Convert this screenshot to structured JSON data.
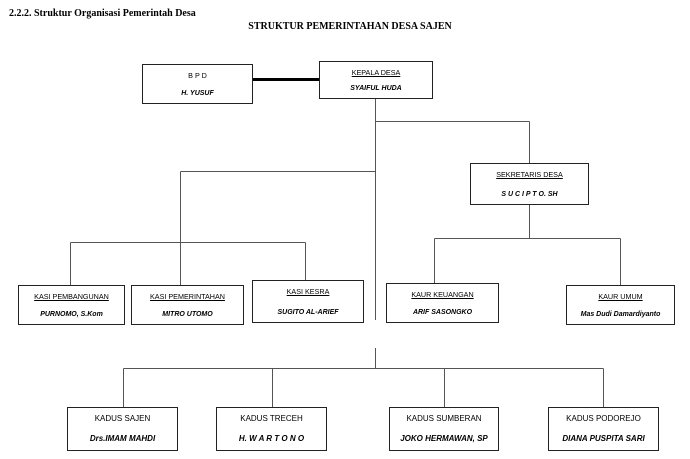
{
  "section_heading": "2.2.2. Struktur Organisasi Pemerintah Desa",
  "chart_title": "STRUKTUR PEMERINTAHAN DESA SAJEN",
  "bpd": {
    "role": "B P D",
    "name": "H. YUSUF"
  },
  "kepala": {
    "role": "KEPALA DESA",
    "name": "SYAIFUL HUDA"
  },
  "sekretaris": {
    "role": "SEKRETARIS DESA",
    "name": "S U C I P T O. SH"
  },
  "kasi": [
    {
      "role": "KASI PEMBANGUNAN",
      "name": "PURNOMO, S.Kom"
    },
    {
      "role": "KASI PEMERINTAHAN",
      "name": "MITRO UTOMO"
    },
    {
      "role": "KASI KESRA",
      "name": "SUGITO AL-ARIEF"
    }
  ],
  "kaur": [
    {
      "role": "KAUR KEUANGAN",
      "name": "ARIF SASONGKO"
    },
    {
      "role": "KAUR UMUM",
      "name": "Mas Dudi Damardiyanto"
    }
  ],
  "kadus": [
    {
      "role": "KADUS SAJEN",
      "name": "Drs.IMAM MAHDI"
    },
    {
      "role": "KADUS TRECEH",
      "name": "H. W A R T O N O"
    },
    {
      "role": "KADUS SUMBERAN",
      "name": "JOKO HERMAWAN, SP"
    },
    {
      "role": "KADUS PODOREJO",
      "name": "DIANA PUSPITA SARI"
    }
  ]
}
